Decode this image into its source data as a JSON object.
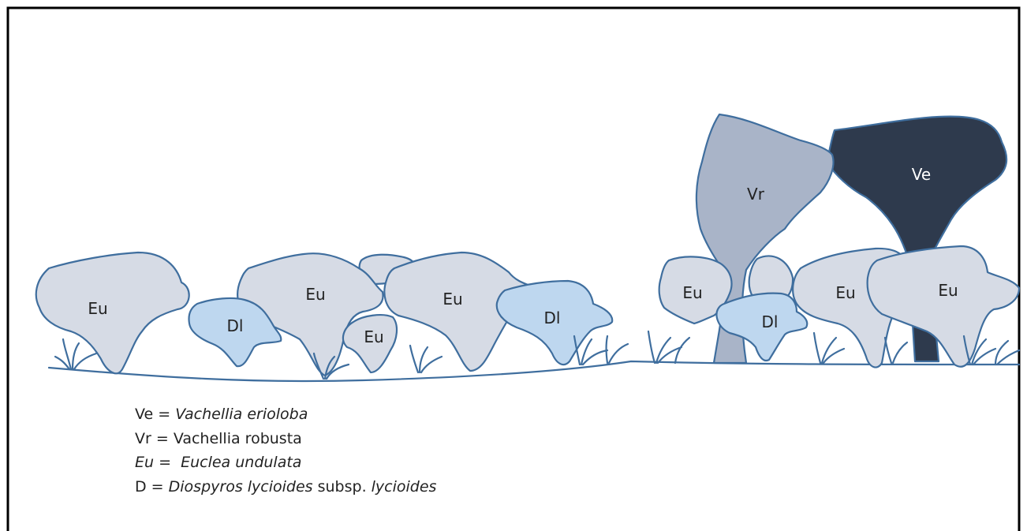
{
  "colors": {
    "euclea": "#d6dbe5",
    "diospyros": "#bed7ef",
    "robusta": "#a9b4c8",
    "erioloba": "#2e3a4d",
    "outline": "#3f6e9e",
    "frame": "#000000"
  },
  "shrub_labels": {
    "eu": "Eu",
    "dl": "Dl",
    "vr": "Vr",
    "ve": "Ve"
  },
  "legend": {
    "ve": {
      "abbr": "Ve",
      "sep": " = ",
      "name": "Vachellia erioloba",
      "name_style": "italic"
    },
    "vr": {
      "abbr": "Vr",
      "sep": " = ",
      "name": "Vachellia robusta",
      "name_style": "normal"
    },
    "eu": {
      "abbr": "Eu",
      "sep": " =  ",
      "name": "Euclea undulata",
      "style": "italic"
    },
    "d": {
      "abbr": "D",
      "sep": " = ",
      "genus_species": "Diospyros lycioides",
      "rank": " subsp. ",
      "subspecies": "lycioides"
    }
  }
}
